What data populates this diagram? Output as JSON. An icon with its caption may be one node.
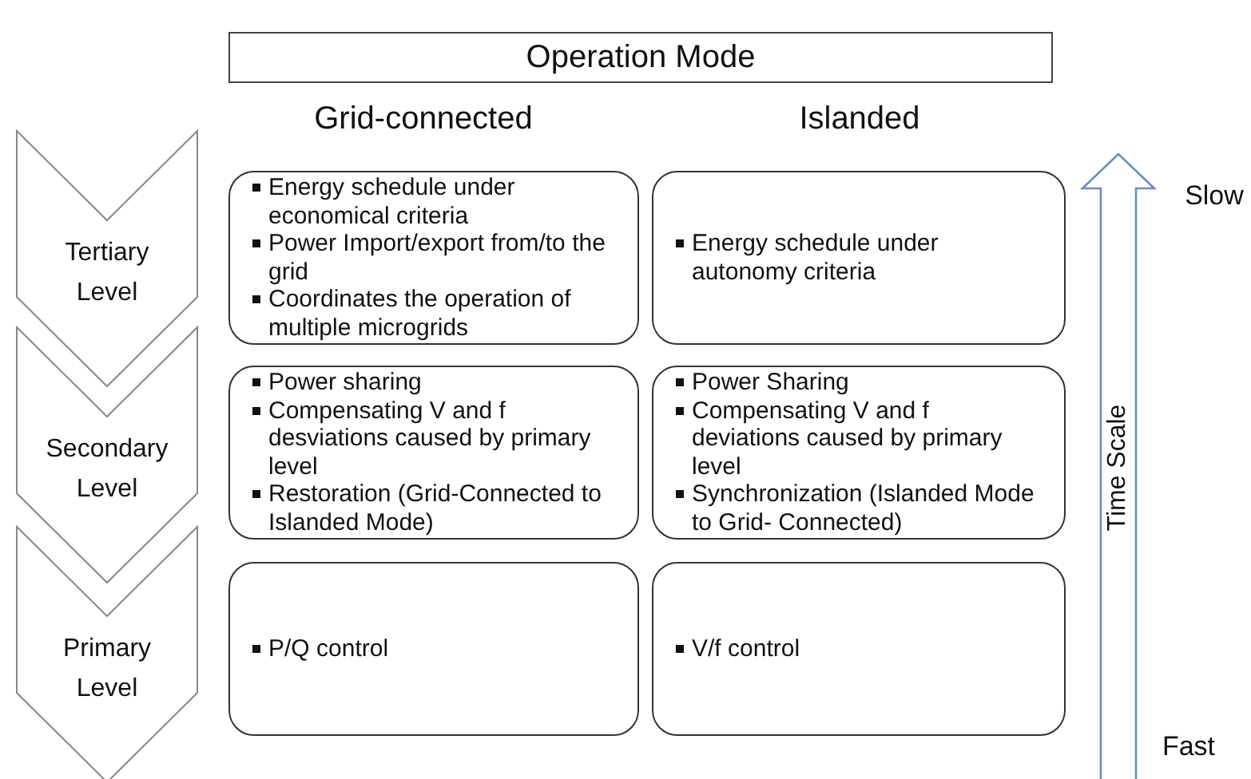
{
  "diagram": {
    "nodes": [
      {
        "text": [
          "Operation Mode"
        ]
      },
      {
        "text": [
          "Tertiary Level"
        ]
      },
      {
        "text": [
          "Energy schedule under economical criteria",
          "Power Import/export from/to the grid",
          "Coordinates the operation of multiple microgrids"
        ]
      },
      {
        "text": [
          "Energy schedule under autonomy criteria"
        ]
      },
      {
        "text": [
          "Secondary Level"
        ]
      },
      {
        "text": [
          "Power sharing",
          "Compensating V and f desviations caused by primary level",
          "Restoration (Grid-Connected to Islanded Mode)"
        ]
      },
      {
        "text": [
          "Power Sharing",
          "Compensating V and f deviations caused by primary level",
          "Synchronization (Islanded Mode to Grid- Connected)"
        ]
      },
      {
        "text": [
          "Primary Level"
        ]
      },
      {
        "text": [
          "P/Q control"
        ]
      },
      {
        "text": [
          "V/f control"
        ]
      },
      {
        "text": [
          "Time Scale"
        ],
        "beside": [
          "Slow",
          "Fast"
        ]
      }
    ],
    "labels": [
      "Grid-connected",
      "Islanded"
    ]
  }
}
